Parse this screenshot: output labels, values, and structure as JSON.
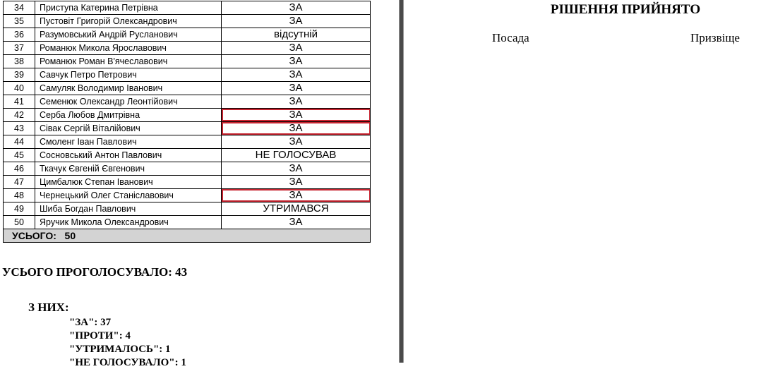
{
  "rows": [
    {
      "num": "34",
      "name": "Приступа Катерина Петрівна",
      "vote": "ЗА",
      "highlight": false
    },
    {
      "num": "35",
      "name": "Пустовіт Григорій Олександрович",
      "vote": "ЗА",
      "highlight": false
    },
    {
      "num": "36",
      "name": "Разумовський Андрій Русланович",
      "vote": "відсутній",
      "highlight": false
    },
    {
      "num": "37",
      "name": "Романюк Микола Ярославович",
      "vote": "ЗА",
      "highlight": false
    },
    {
      "num": "38",
      "name": "Романюк Роман В'ячеславович",
      "vote": "ЗА",
      "highlight": false
    },
    {
      "num": "39",
      "name": "Савчук Петро Петрович",
      "vote": "ЗА",
      "highlight": false
    },
    {
      "num": "40",
      "name": "Самуляк Володимир Іванович",
      "vote": "ЗА",
      "highlight": false
    },
    {
      "num": "41",
      "name": "Семенюк Олександр Леонтійович",
      "vote": "ЗА",
      "highlight": false
    },
    {
      "num": "42",
      "name": "Серба Любов Дмитрівна",
      "vote": "ЗА",
      "highlight": true
    },
    {
      "num": "43",
      "name": "Сівак Сергій Віталійович",
      "vote": "ЗА",
      "highlight": true
    },
    {
      "num": "44",
      "name": "Смоленг Іван Павлович",
      "vote": "ЗА",
      "highlight": false
    },
    {
      "num": "45",
      "name": "Сосновський Антон Павлович",
      "vote": "НЕ ГОЛОСУВАВ",
      "highlight": false
    },
    {
      "num": "46",
      "name": "Ткачук Євгеній Євгенович",
      "vote": "ЗА",
      "highlight": false
    },
    {
      "num": "47",
      "name": "Цимбалюк Степан Іванович",
      "vote": "ЗА",
      "highlight": false
    },
    {
      "num": "48",
      "name": "Чернецький Олег Станіславович",
      "vote": "ЗА",
      "highlight": true
    },
    {
      "num": "49",
      "name": "Шиба Богдан Павлович",
      "vote": "УТРИМАВСЯ",
      "highlight": false
    },
    {
      "num": "50",
      "name": "Яручик Микола Олександрович",
      "vote": "ЗА",
      "highlight": false
    }
  ],
  "total_row": "УСЬОГО:   50",
  "summary": {
    "total_voted": "УСЬОГО ПРОГОЛОСУВАЛО:  43",
    "of_them": "З НИХ:",
    "lines": [
      "\"ЗА\":  37",
      "\"ПРОТИ\":  4",
      "\"УТРИМАЛОСЬ\":  1",
      "\"НЕ ГОЛОСУВАЛО\":  1"
    ]
  },
  "right": {
    "title": "РІШЕННЯ ПРИЙНЯТО",
    "col_position": "Посада",
    "col_surname": "Призвіще"
  },
  "colors": {
    "highlight": "#c6232f",
    "total_bg": "#d3d3d3"
  }
}
